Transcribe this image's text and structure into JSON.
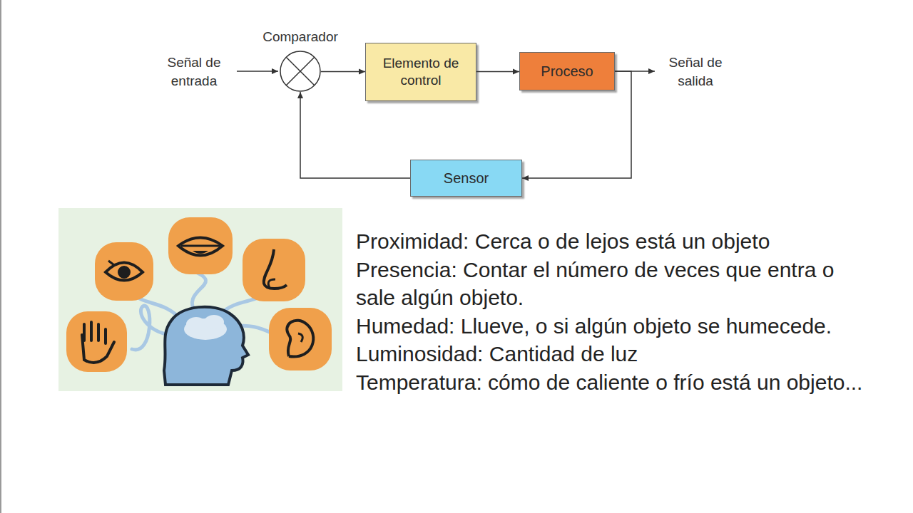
{
  "diagram": {
    "nodes": [
      {
        "text": [
          "Comparador"
        ]
      },
      {
        "text": [
          "Elemento de control"
        ]
      },
      {
        "text": [
          "Proceso"
        ]
      },
      {
        "text": [
          "Sensor"
        ]
      }
    ],
    "edges": [
      {
        "from": 0,
        "to": 1,
        "arrow": "to"
      },
      {
        "from": 1,
        "to": 2,
        "arrow": "to"
      },
      {
        "from": 2,
        "to": 3,
        "arrow": "to"
      },
      {
        "from": 3,
        "to": 0,
        "arrow": "to"
      }
    ],
    "labels": [
      "Señal de entrada",
      "Señal de salida",
      "Proximidad: Cerca o de lejos está un objeto",
      "Presencia: Contar el número de veces que entra o sale algún objeto.",
      "Humedad: Llueve, o si algún objeto se humecede.",
      "Luminosidad: Cantidad de luz",
      "Temperatura: cómo de caliente o frío está un objeto..."
    ]
  }
}
